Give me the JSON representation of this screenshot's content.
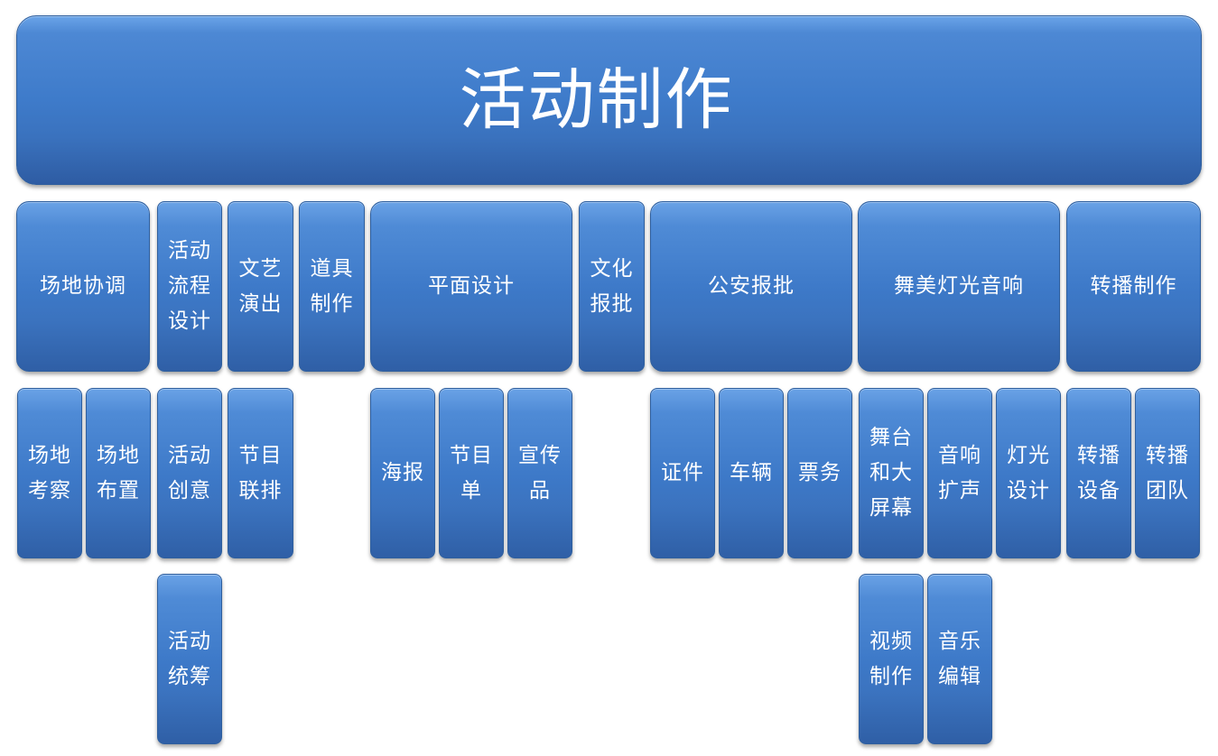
{
  "root": {
    "label": "活动制作"
  },
  "categories": [
    {
      "id": "venue",
      "lines": [
        "场地协调"
      ]
    },
    {
      "id": "flow",
      "lines": [
        "活动",
        "流程",
        "设计"
      ]
    },
    {
      "id": "perform",
      "lines": [
        "文艺",
        "演出"
      ]
    },
    {
      "id": "props",
      "lines": [
        "道具",
        "制作"
      ]
    },
    {
      "id": "graphic",
      "lines": [
        "平面设计"
      ]
    },
    {
      "id": "culture",
      "lines": [
        "文化",
        "报批"
      ]
    },
    {
      "id": "police",
      "lines": [
        "公安报批"
      ]
    },
    {
      "id": "stage",
      "lines": [
        "舞美灯光音响"
      ]
    },
    {
      "id": "broadcast",
      "lines": [
        "转播制作"
      ]
    }
  ],
  "tasks": [
    {
      "id": "venue-survey",
      "parent": "venue",
      "lines": [
        "场地",
        "考察"
      ]
    },
    {
      "id": "venue-layout",
      "parent": "venue",
      "lines": [
        "场地",
        "布置"
      ]
    },
    {
      "id": "event-idea",
      "parent": "flow",
      "lines": [
        "活动",
        "创意"
      ]
    },
    {
      "id": "event-plan",
      "parent": "flow",
      "lines": [
        "活动",
        "统筹"
      ]
    },
    {
      "id": "program-rehearse",
      "parent": "perform",
      "lines": [
        "节目",
        "联排"
      ]
    },
    {
      "id": "poster",
      "parent": "graphic",
      "lines": [
        "海报"
      ]
    },
    {
      "id": "program-sheet",
      "parent": "graphic",
      "lines": [
        "节目",
        "单"
      ]
    },
    {
      "id": "promo-items",
      "parent": "graphic",
      "lines": [
        "宣传",
        "品"
      ]
    },
    {
      "id": "credentials",
      "parent": "police",
      "lines": [
        "证件"
      ]
    },
    {
      "id": "vehicles",
      "parent": "police",
      "lines": [
        "车辆"
      ]
    },
    {
      "id": "ticketing",
      "parent": "police",
      "lines": [
        "票务"
      ]
    },
    {
      "id": "stage-screen",
      "parent": "stage",
      "lines": [
        "舞台",
        "和大",
        "屏幕"
      ]
    },
    {
      "id": "sound-amp",
      "parent": "stage",
      "lines": [
        "音响",
        "扩声"
      ]
    },
    {
      "id": "light-design",
      "parent": "stage",
      "lines": [
        "灯光",
        "设计"
      ]
    },
    {
      "id": "video-production",
      "parent": "stage",
      "lines": [
        "视频",
        "制作"
      ]
    },
    {
      "id": "music-edit",
      "parent": "stage",
      "lines": [
        "音乐",
        "编辑"
      ]
    },
    {
      "id": "broadcast-equip",
      "parent": "broadcast",
      "lines": [
        "转播",
        "设备"
      ]
    },
    {
      "id": "broadcast-team",
      "parent": "broadcast",
      "lines": [
        "转播",
        "团队"
      ]
    }
  ]
}
